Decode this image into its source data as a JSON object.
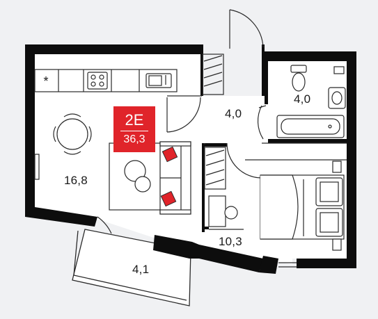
{
  "apartment": {
    "type_code": "2E",
    "total_area": "36,3",
    "accent_color": "#e0242a"
  },
  "rooms": {
    "kitchen_living": "16,8",
    "hallway": "4,0",
    "bathroom": "4,0",
    "bedroom": "10,3",
    "balcony": "4,1"
  },
  "fixtures": {
    "hob_symbol": "*"
  },
  "colors": {
    "wall": "#0d0d0d",
    "floor": "#ffffff",
    "background": "#f0f1f3",
    "line": "#2a2a2a"
  }
}
